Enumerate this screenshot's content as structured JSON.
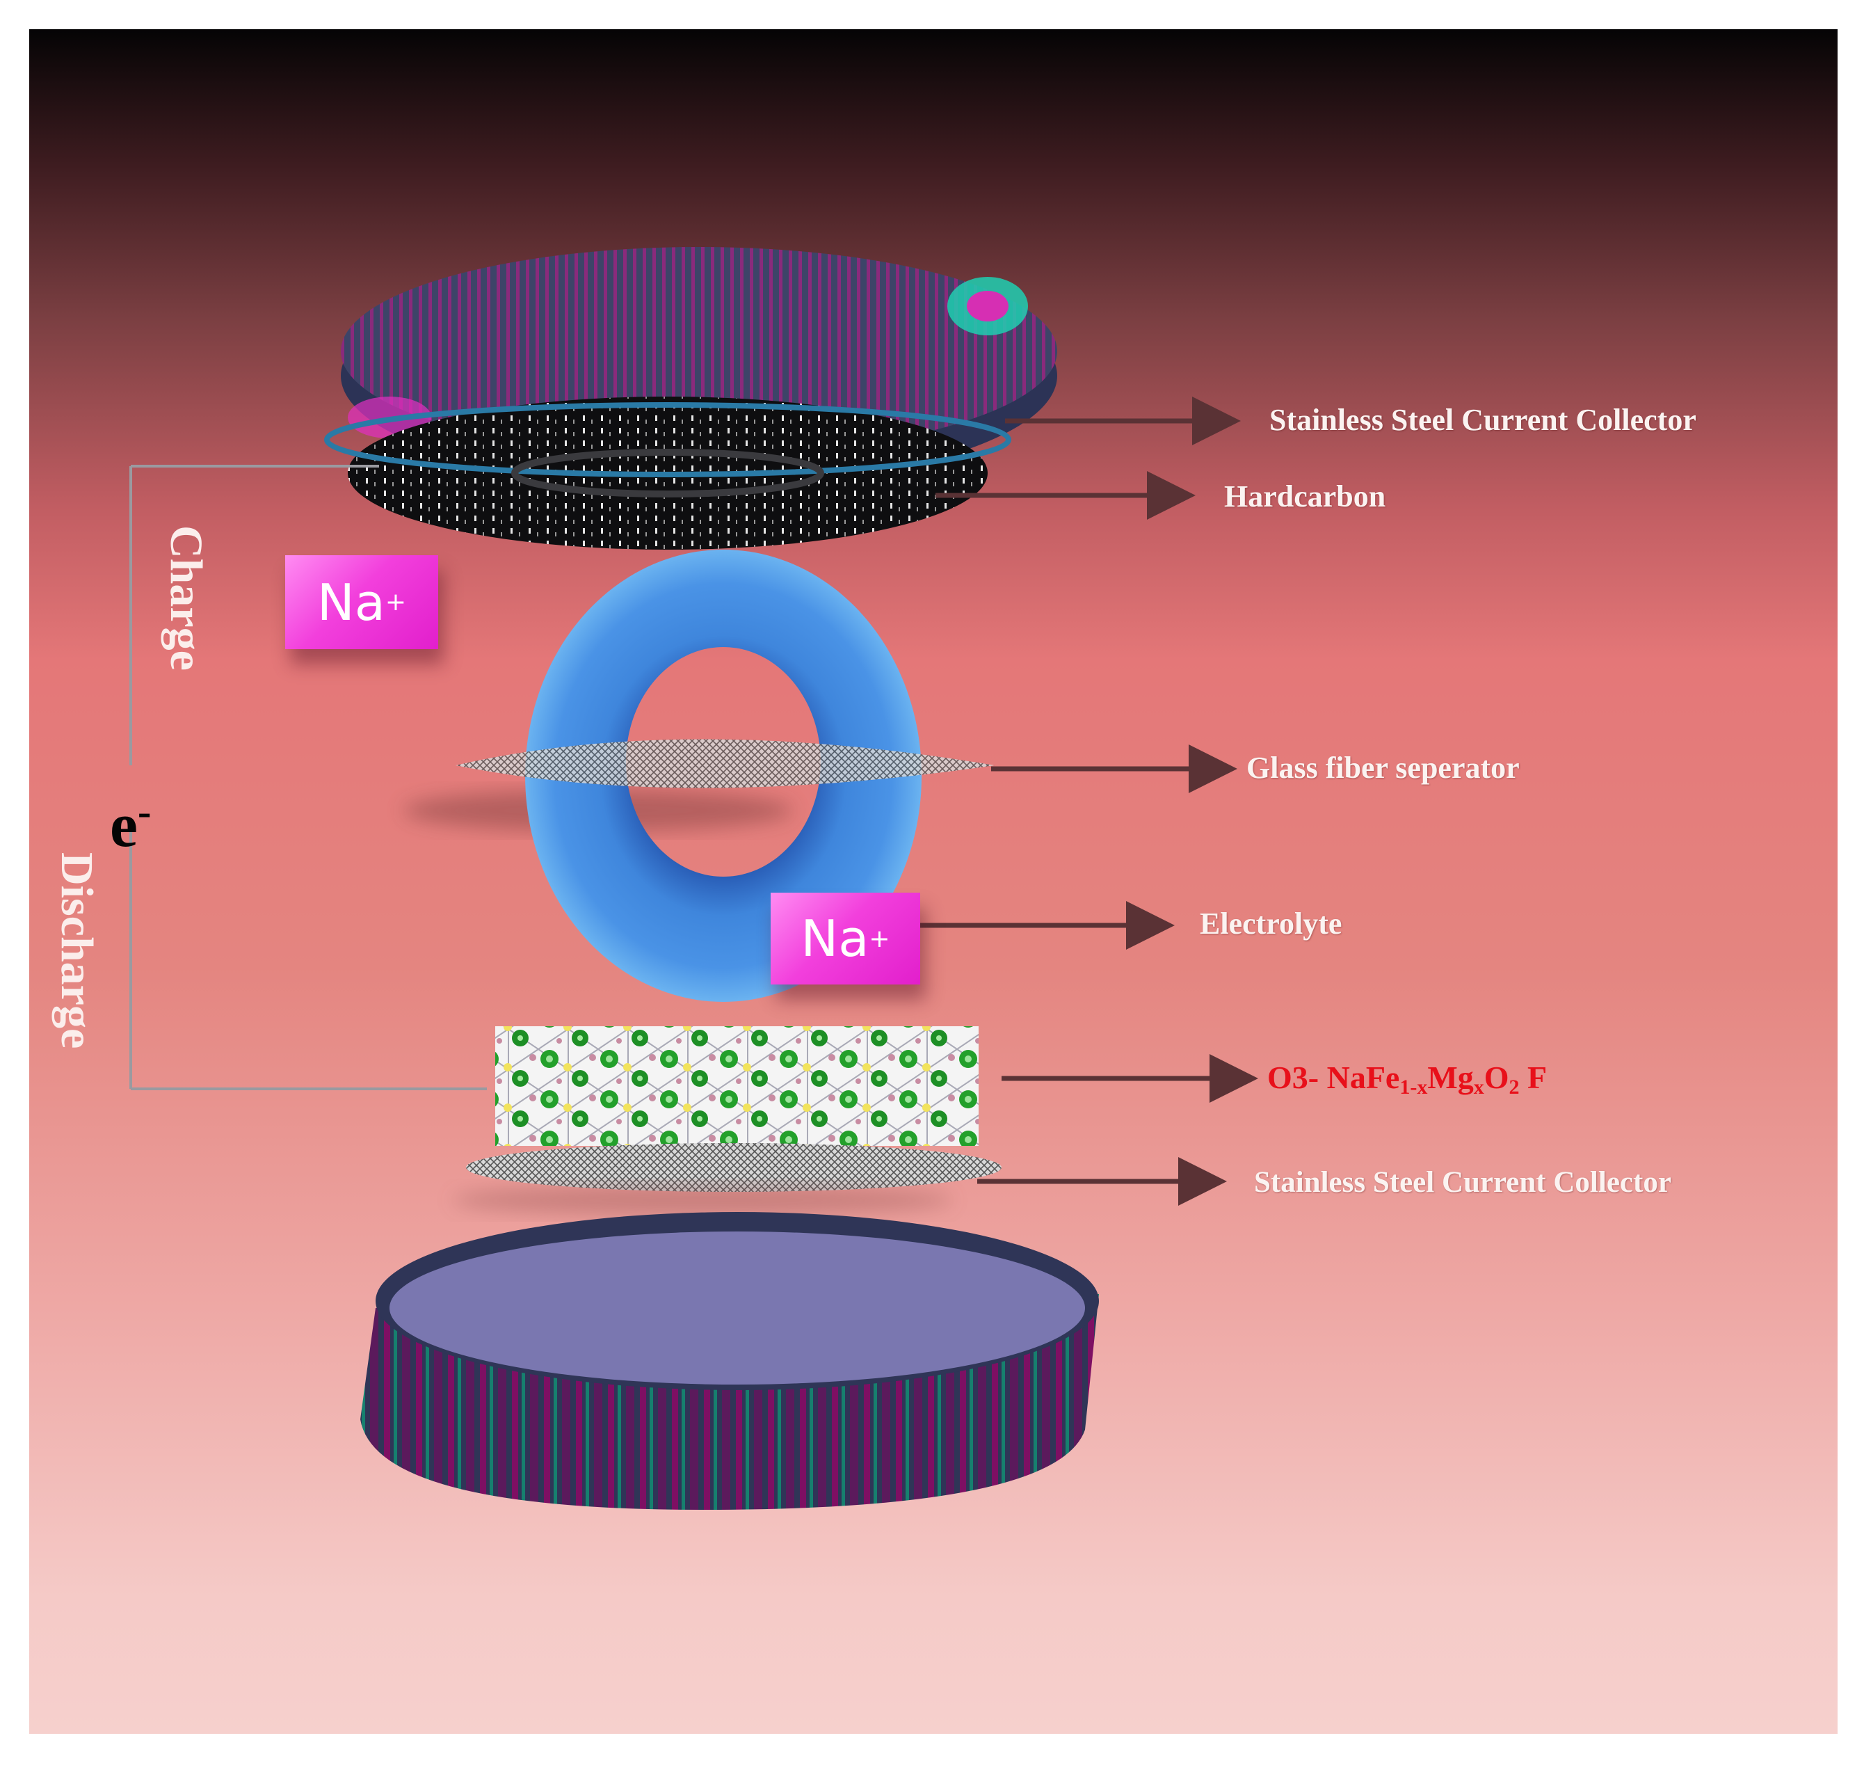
{
  "labels": {
    "top_collector": "Stainless Steel Current Collector",
    "hardcarbon": "Hardcarbon",
    "separator": "Glass fiber seperator",
    "electrolyte": "Electrolyte",
    "cathode_prefix": "O3- NaFe",
    "cathode_sub1": "1-x",
    "cathode_mid": "Mg",
    "cathode_sub2": "x",
    "cathode_o": "O",
    "cathode_sub3": "2",
    "cathode_suffix": " F",
    "bottom_collector": "Stainless Steel Current Collector",
    "charge": "Charge",
    "discharge": "Discharge",
    "electron_base": "e",
    "electron_sup": "-",
    "ion_base": "Na",
    "ion_sup": "+"
  },
  "colors": {
    "cathode_label": "#e8101a",
    "ion_badge": "#f23fdc",
    "electrolyte_ring": "#3f86dc",
    "arrow": "#5a3235"
  }
}
